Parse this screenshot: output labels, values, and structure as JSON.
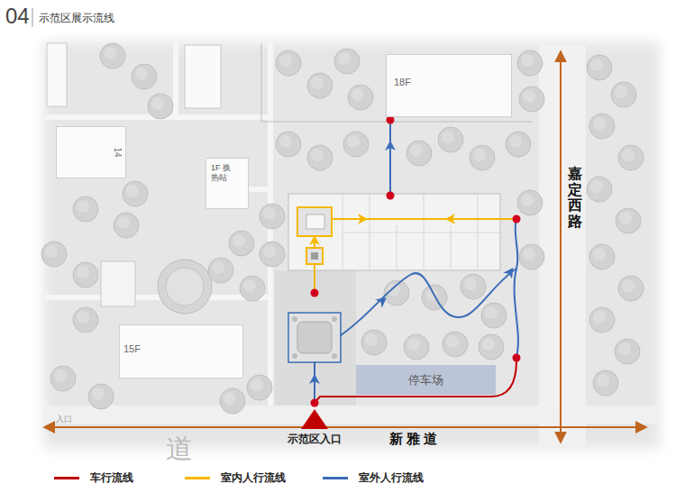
{
  "diagram": {
    "title": "示范区展示流线",
    "nodes": [
      {
        "text": [
          "18F"
        ]
      },
      {
        "text": [
          "14"
        ]
      },
      {
        "text": [
          "1F 换热站"
        ]
      },
      {
        "text": [
          "15F"
        ]
      },
      {
        "text": [
          "停车场"
        ]
      },
      {
        "text": [
          "示范区入口"
        ]
      }
    ],
    "labels": [
      "04",
      "嘉定西路",
      "新 雅 道",
      "入口",
      "道"
    ],
    "legend": [
      {
        "text": "车行流线",
        "color": "#c00000"
      },
      {
        "text": "室内人行流线",
        "color": "#f5b800"
      },
      {
        "text": "室外人行流线",
        "color": "#3b6cb7"
      }
    ]
  }
}
